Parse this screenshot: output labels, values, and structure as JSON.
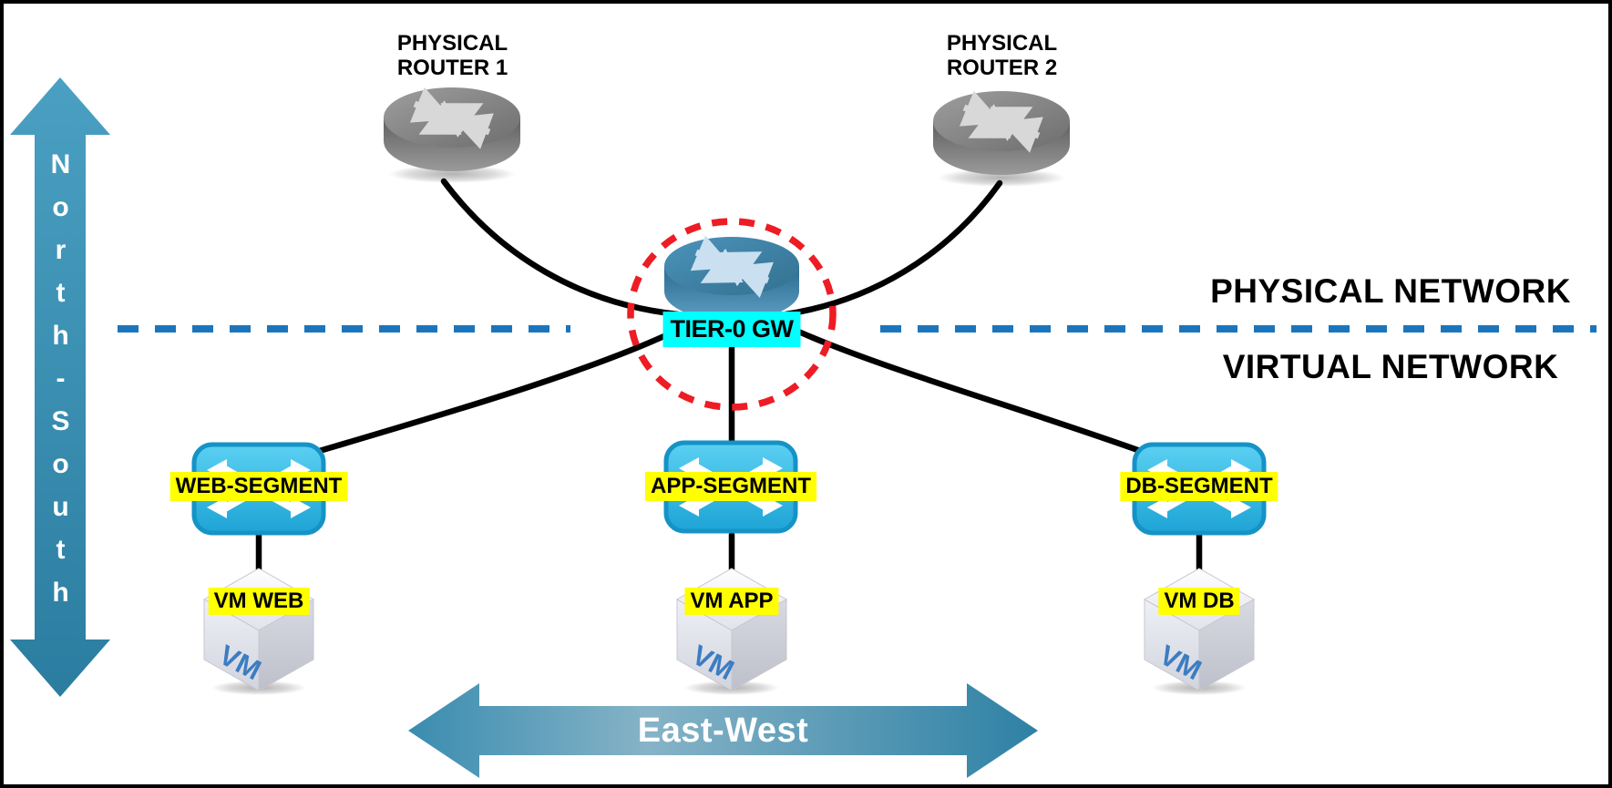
{
  "colors": {
    "boundary_dash_blue": "#1b75bc",
    "highlight_red": "#ee1c25",
    "label_yellow": "#ffff00",
    "label_cyan": "#00ffff",
    "arrow_teal": "#2e82a6"
  },
  "axes": {
    "north_south": "North-South",
    "east_west": "East-West"
  },
  "zones": {
    "physical": "PHYSICAL NETWORK",
    "virtual": "VIRTUAL NETWORK"
  },
  "nodes": {
    "router1": {
      "line1": "PHYSICAL",
      "line2": "ROUTER 1"
    },
    "router2": {
      "line1": "PHYSICAL",
      "line2": "ROUTER 2"
    },
    "tier0": {
      "label": "TIER-0 GW"
    },
    "segments": [
      {
        "label": "WEB-SEGMENT"
      },
      {
        "label": "APP-SEGMENT"
      },
      {
        "label": "DB-SEGMENT"
      }
    ],
    "vms": [
      {
        "label": "VM WEB",
        "icon_text": "VM"
      },
      {
        "label": "VM APP",
        "icon_text": "VM"
      },
      {
        "label": "VM DB",
        "icon_text": "VM"
      }
    ]
  }
}
